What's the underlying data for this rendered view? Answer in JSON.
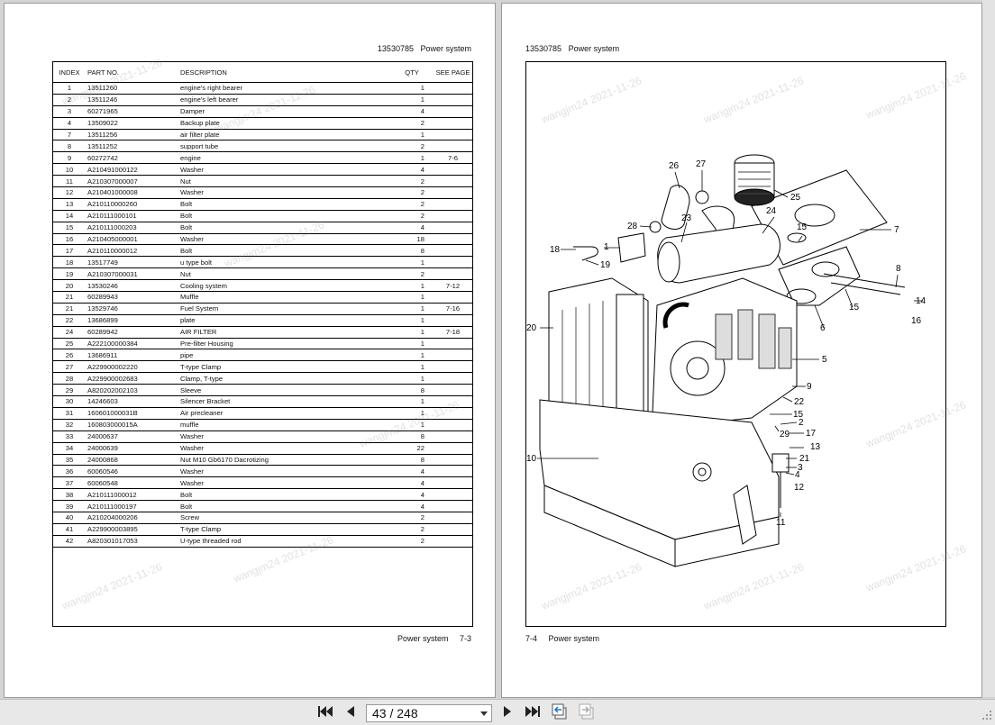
{
  "left_page": {
    "header_code": "13530785",
    "header_title": "Power system",
    "footer_title": "Power system",
    "footer_page": "7-3",
    "columns": [
      "INDEX",
      "PART NO.",
      "DESCRIPTION",
      "QTY",
      "SEE PAGE"
    ],
    "rows": [
      [
        "1",
        "13511260",
        "engine's right bearer",
        "1",
        ""
      ],
      [
        "2",
        "13511246",
        "engine's left bearer",
        "1",
        ""
      ],
      [
        "3",
        "60271965",
        "Damper",
        "4",
        ""
      ],
      [
        "4",
        "13509022",
        "Backup plate",
        "2",
        ""
      ],
      [
        "7",
        "13511256",
        "air filter plate",
        "1",
        ""
      ],
      [
        "8",
        "13511252",
        "support tube",
        "2",
        ""
      ],
      [
        "9",
        "60272742",
        "engine",
        "1",
        "7-6"
      ],
      [
        "10",
        "A210491000122",
        "Washer",
        "4",
        ""
      ],
      [
        "11",
        "A210307000007",
        "Nut",
        "2",
        ""
      ],
      [
        "12",
        "A210401000008",
        "Washer",
        "2",
        ""
      ],
      [
        "13",
        "A210110000260",
        "Bolt",
        "2",
        ""
      ],
      [
        "14",
        "A210111000101",
        "Bolt",
        "2",
        ""
      ],
      [
        "15",
        "A210111000203",
        "Bolt",
        "4",
        ""
      ],
      [
        "16",
        "A210405000001",
        "Washer",
        "18",
        ""
      ],
      [
        "17",
        "A210110000012",
        "Bolt",
        "8",
        ""
      ],
      [
        "18",
        "13517749",
        "u type bolt",
        "1",
        ""
      ],
      [
        "19",
        "A210307000031",
        "Nut",
        "2",
        ""
      ],
      [
        "20",
        "13530246",
        "Cooling system",
        "1",
        "7-12"
      ],
      [
        "21",
        "60289943",
        "Muffle",
        "1",
        ""
      ],
      [
        "21",
        "13529746",
        "Fuel System",
        "1",
        "7-16"
      ],
      [
        "22",
        "13686899",
        "plate",
        "1",
        ""
      ],
      [
        "24",
        "60289942",
        "AIR FILTER",
        "1",
        "7-18"
      ],
      [
        "25",
        "A222100000384",
        "Pre-filter Housing",
        "1",
        ""
      ],
      [
        "26",
        "13686911",
        "pipe",
        "1",
        ""
      ],
      [
        "27",
        "A229900002220",
        "T-type Clamp",
        "1",
        ""
      ],
      [
        "28",
        "A229900002683",
        "Clamp, T-type",
        "1",
        ""
      ],
      [
        "29",
        "A820202002103",
        "Sleeve",
        "8",
        ""
      ],
      [
        "30",
        "14246603",
        "Silencer Bracket",
        "1",
        ""
      ],
      [
        "31",
        "160601000031B",
        "Air precleaner",
        "1",
        ""
      ],
      [
        "32",
        "160803000015A",
        "muffle",
        "1",
        ""
      ],
      [
        "33",
        "24000637",
        "Washer",
        "8",
        ""
      ],
      [
        "34",
        "24000639",
        "Washer",
        "22",
        ""
      ],
      [
        "35",
        "24000868",
        "Nut M10 Gb6170 Dacrotizing",
        "8",
        ""
      ],
      [
        "36",
        "60060546",
        "Washer",
        "4",
        ""
      ],
      [
        "37",
        "60060548",
        "Washer",
        "4",
        ""
      ],
      [
        "38",
        "A210111000012",
        "Bolt",
        "4",
        ""
      ],
      [
        "39",
        "A210111000197",
        "Bolt",
        "4",
        ""
      ],
      [
        "40",
        "A210204000206",
        "Screw",
        "2",
        ""
      ],
      [
        "41",
        "A229900003895",
        "T-type Clamp",
        "2",
        ""
      ],
      [
        "42",
        "A820301017053",
        "U-type threaded rod",
        "2",
        ""
      ]
    ]
  },
  "right_page": {
    "header_code": "13530785",
    "header_title": "Power system",
    "footer_page": "7-4",
    "footer_title": "Power system",
    "callouts": [
      "26",
      "27",
      "25",
      "24",
      "28",
      "23",
      "15",
      "7",
      "18",
      "1",
      "19",
      "8",
      "20",
      "15",
      "14",
      "6",
      "16",
      "5",
      "9",
      "22",
      "15",
      "2",
      "29",
      "17",
      "13",
      "10",
      "21",
      "3",
      "4",
      "12",
      "11"
    ]
  },
  "watermark_text": "wangjm24 2021-11-26",
  "toolbar": {
    "page_indicator": "43 / 248",
    "first_icon": "first-page-icon",
    "prev_icon": "previous-page-icon",
    "next_icon": "next-page-icon",
    "last_icon": "last-page-icon",
    "back_icon": "go-back-icon",
    "forward_icon": "go-forward-icon"
  },
  "colors": {
    "background": "#d4d4d4",
    "page": "#ffffff",
    "toolbar": "#e8e8e8",
    "line": "#000000"
  }
}
